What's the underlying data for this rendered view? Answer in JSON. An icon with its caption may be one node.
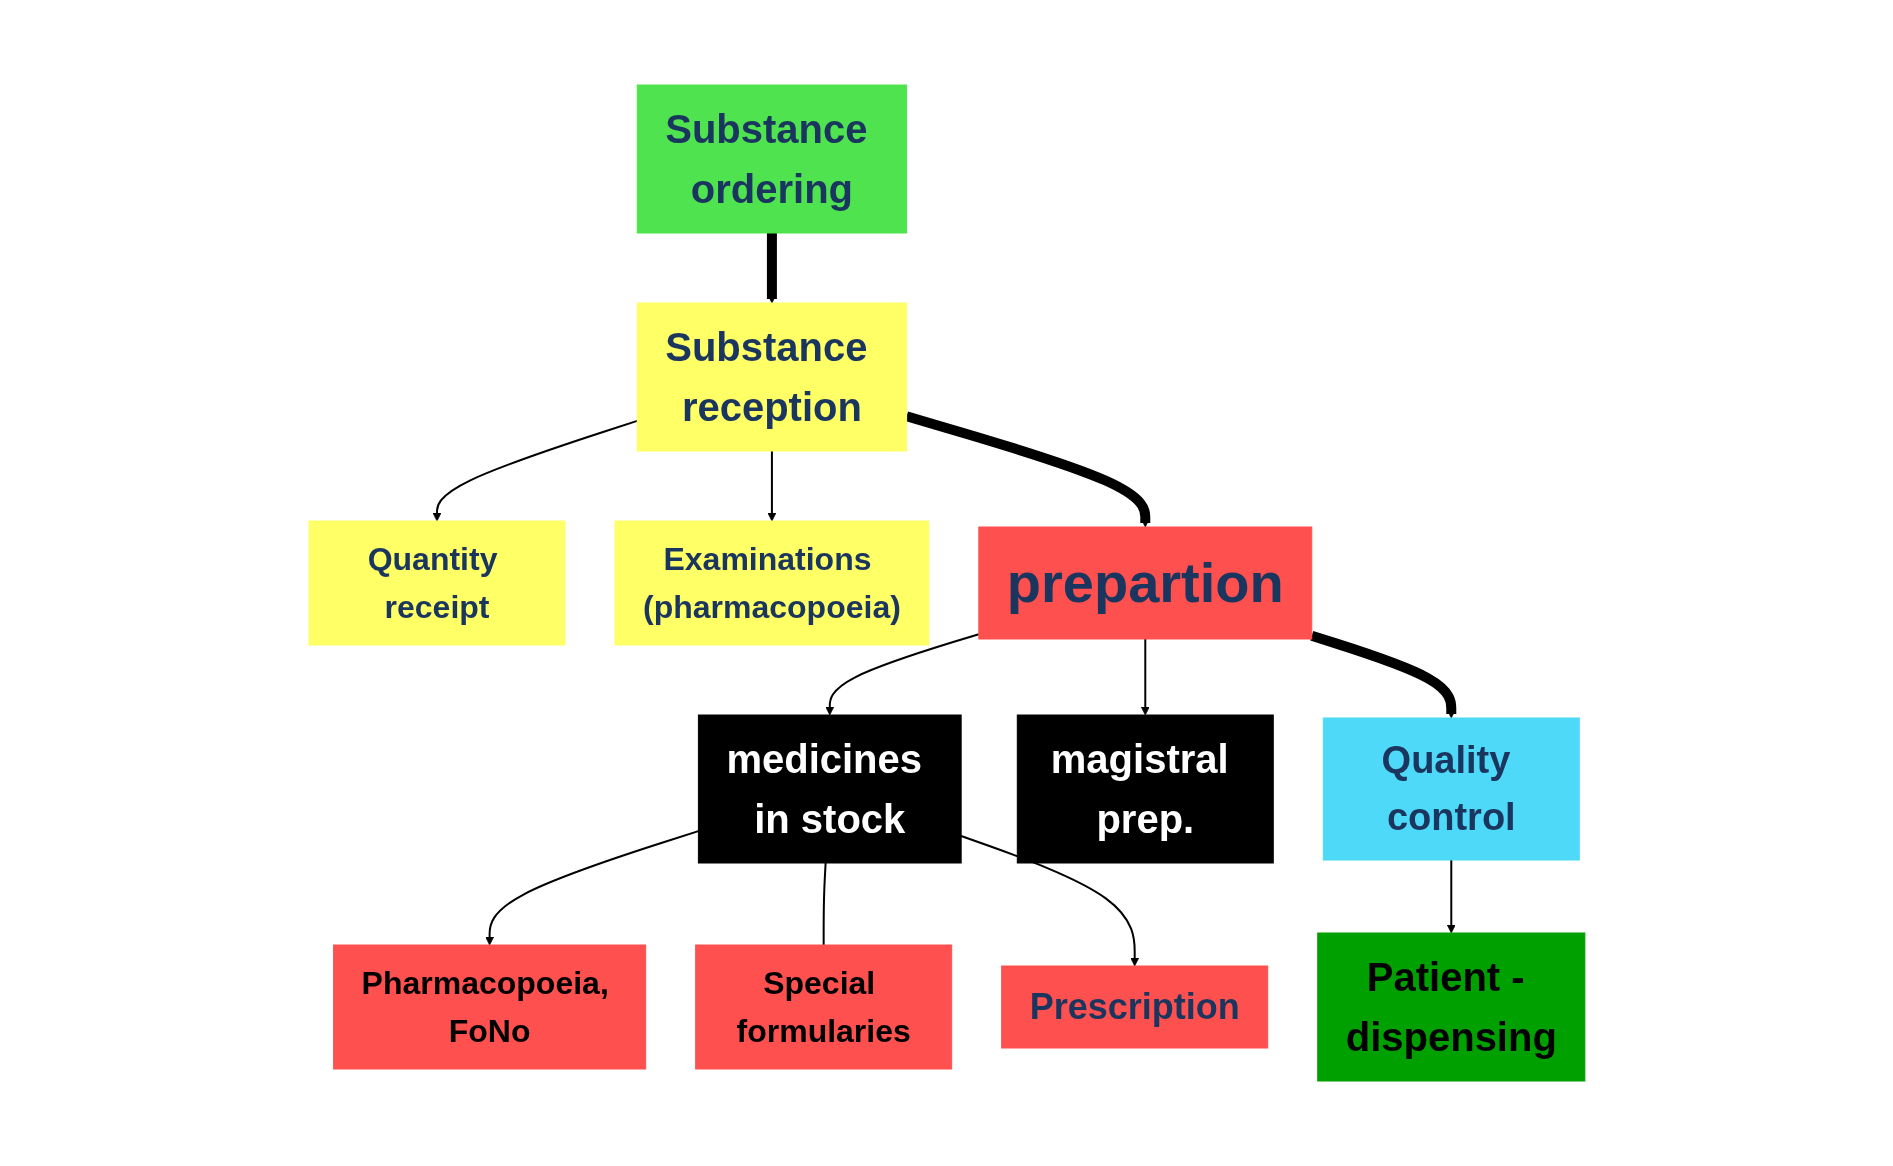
{
  "diagram": {
    "nodes": [
      {
        "text": [
          "Substance ordering"
        ]
      },
      {
        "text": [
          "Quantity receipt"
        ]
      },
      {
        "text": [
          "Substance reception"
        ]
      },
      {
        "text": [
          "Examinations (pharmacopoeia)"
        ]
      },
      {
        "text": [
          "Pharmacopoeia, FoNo"
        ]
      },
      {
        "text": [
          "prepartion"
        ]
      },
      {
        "text": [
          "medicines in stock"
        ]
      },
      {
        "text": [
          "Special formularies"
        ]
      },
      {
        "text": [
          "Prescription"
        ]
      },
      {
        "text": [
          "magistral prep."
        ]
      },
      {
        "text": [
          "Quality control"
        ]
      },
      {
        "text": [
          "Patient - dispensing"
        ]
      }
    ],
    "edges": [
      {
        "from": 0,
        "to": 2,
        "arrow": "to",
        "style": "thick"
      },
      {
        "from": 2,
        "to": 1,
        "arrow": "to"
      },
      {
        "from": 2,
        "to": 3,
        "arrow": "to"
      },
      {
        "from": 2,
        "to": 5,
        "arrow": "to",
        "style": "thick"
      },
      {
        "from": 5,
        "to": 6,
        "arrow": "to"
      },
      {
        "from": 5,
        "to": 9,
        "arrow": "to"
      },
      {
        "from": 6,
        "to": 4,
        "arrow": "to"
      },
      {
        "from": 6,
        "to": 7,
        "arrow": "none"
      },
      {
        "from": 6,
        "to": 8,
        "arrow": "to"
      },
      {
        "from": 5,
        "to": 10,
        "arrow": "to",
        "style": "thick"
      },
      {
        "from": 10,
        "to": 11,
        "arrow": "to"
      }
    ]
  }
}
